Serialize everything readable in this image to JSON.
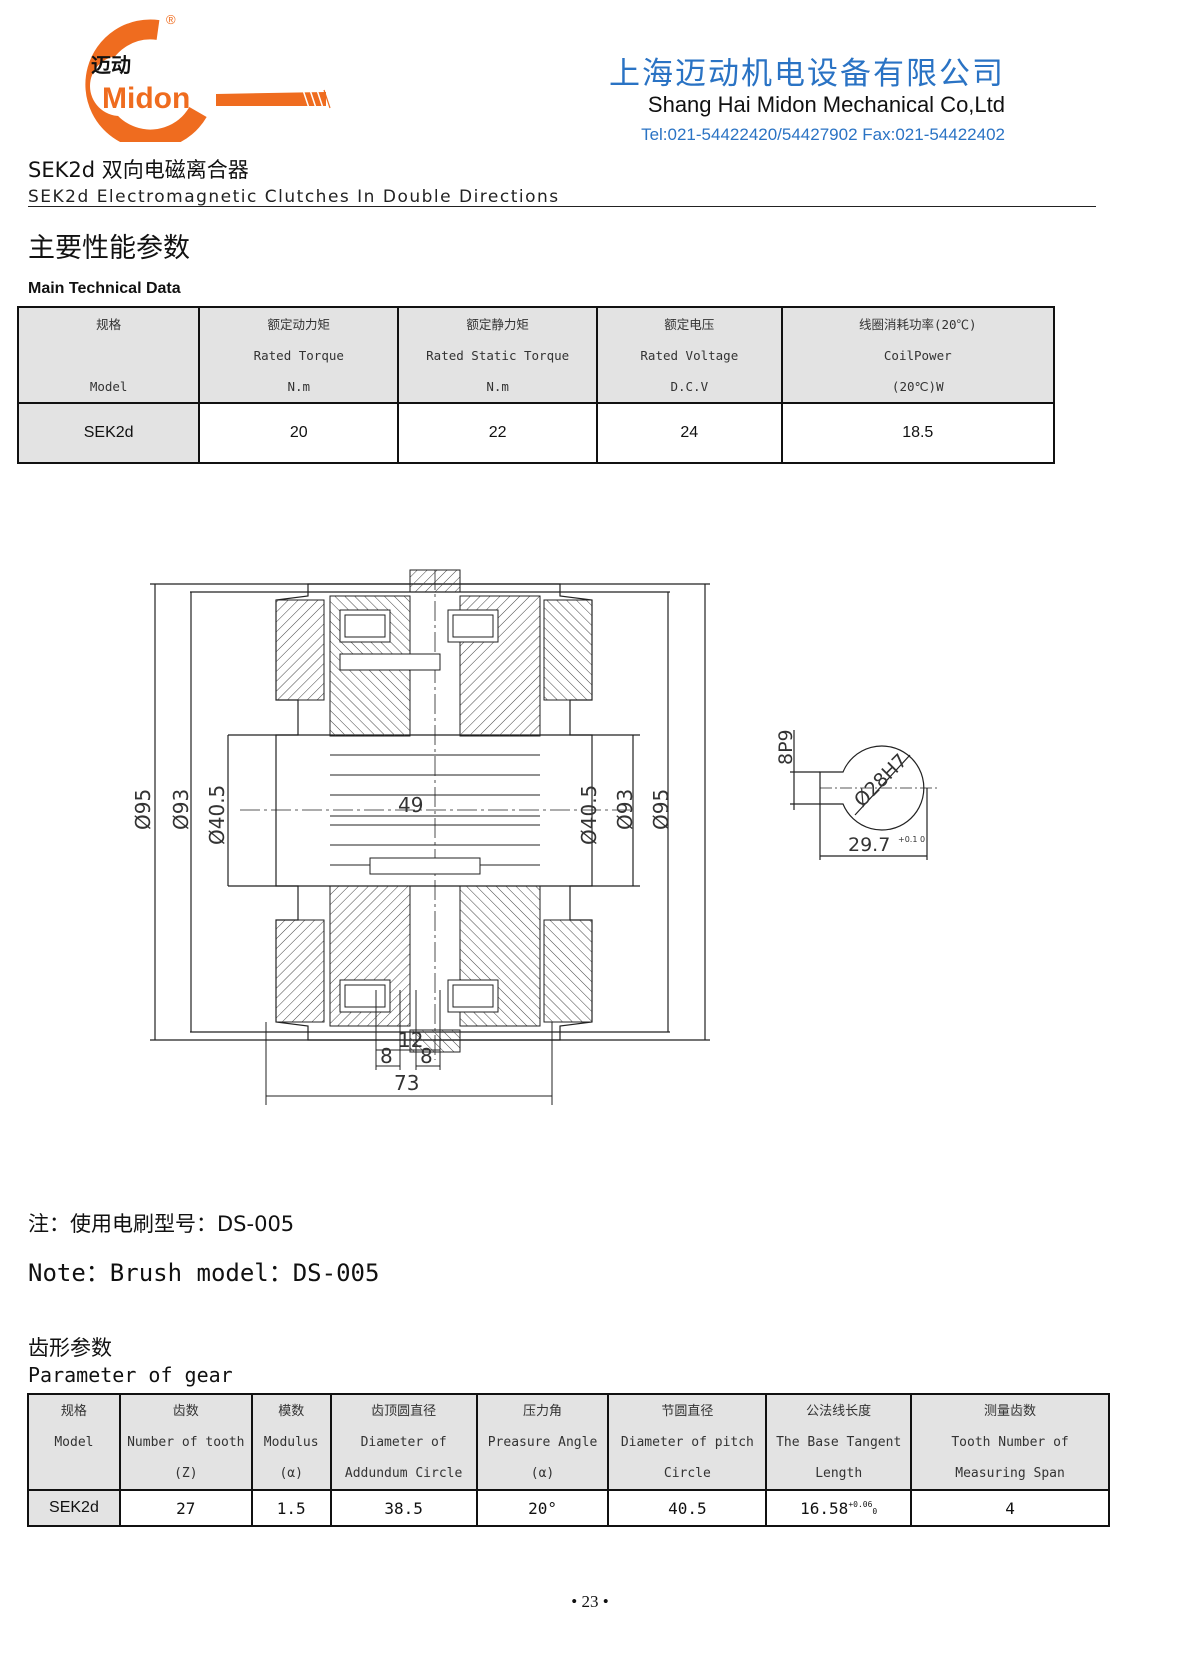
{
  "header": {
    "logo_text": "Midon",
    "logo_cn": "迈动",
    "registered": "®",
    "company_cn": "上海迈动机电设备有限公司",
    "company_en": "Shang Hai Midon Mechanical Co,Ltd",
    "contact": "Tel:021-54422420/54427902 Fax:021-54422402"
  },
  "product": {
    "title_cn": "SEK2d 双向电磁离合器",
    "title_en": "SEK2d Electromagnetic Clutches In Double Directions"
  },
  "main_data": {
    "heading_cn": "主要性能参数",
    "heading_en": "Main Technical Data",
    "columns": [
      {
        "l1": "规格",
        "l2": "",
        "l3": "Model"
      },
      {
        "l1": "额定动力矩",
        "l2": "Rated Torque",
        "l3": "N.m"
      },
      {
        "l1": "额定静力矩",
        "l2": "Rated Static Torque",
        "l3": "N.m"
      },
      {
        "l1": "额定电压",
        "l2": "Rated Voltage",
        "l3": "D.C.V"
      },
      {
        "l1": "线圈消耗功率(20℃)",
        "l2": "CoilPower",
        "l3": "(20℃)W"
      }
    ],
    "row": [
      "SEK2d",
      "20",
      "22",
      "24",
      "18.5"
    ]
  },
  "drawing": {
    "dims": {
      "d95": "Ø95",
      "d93": "Ø93",
      "d405": "Ø40.5",
      "w49": "49",
      "w12": "12",
      "w8": "8",
      "w73": "73",
      "key": "8P9",
      "bore": "Ø28H7",
      "keydepth": "29.7",
      "keytol": "+0.1 0"
    }
  },
  "note": {
    "cn": "注：使用电刷型号：DS-005",
    "en": "Note：Brush model：DS-005"
  },
  "gear": {
    "heading_cn": "齿形参数",
    "heading_en": "Parameter of gear",
    "columns": [
      {
        "l1": "规格",
        "l2": "Model",
        "l3": ""
      },
      {
        "l1": "齿数",
        "l2": "Number of tooth",
        "l3": "(Z)"
      },
      {
        "l1": "模数",
        "l2": "Modulus",
        "l3": "(α)"
      },
      {
        "l1": "齿顶圆直径",
        "l2": "Diameter of",
        "l3": "Addundum Circle"
      },
      {
        "l1": "压力角",
        "l2": "Preasure Angle",
        "l3": "(α)"
      },
      {
        "l1": "节圆直径",
        "l2": "Diameter of pitch",
        "l3": "Circle"
      },
      {
        "l1": "公法线长度",
        "l2": "The Base Tangent",
        "l3": "Length"
      },
      {
        "l1": "测量齿数",
        "l2": "Tooth Number of",
        "l3": "Measuring Span"
      }
    ],
    "row": {
      "model": "SEK2d",
      "z": "27",
      "modulus": "1.5",
      "addendum": "38.5",
      "angle": "20°",
      "pitch": "40.5",
      "tangent": "16.58",
      "tangent_sup": "+0.06",
      "tangent_sub": "0",
      "span": "4"
    }
  },
  "page_number": "• 23 •"
}
